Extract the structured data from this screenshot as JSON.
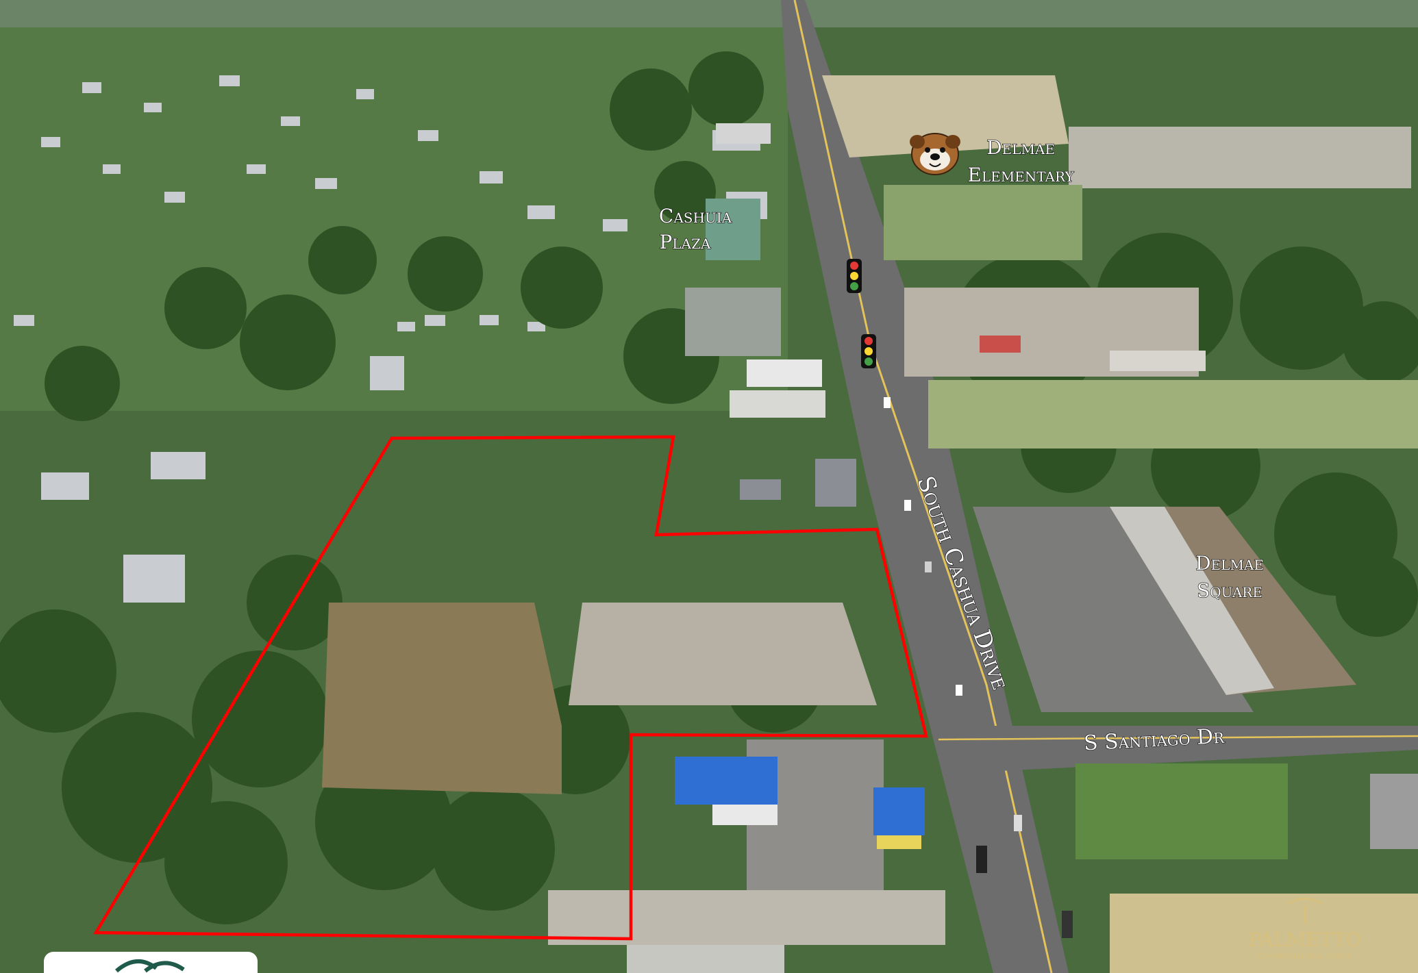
{
  "labels": {
    "road_main": "South Cashua Drive",
    "road_cross": "S Santiago Dr",
    "school_line1": "Delmae",
    "school_line2": "Elementary",
    "plaza_line1": "Cashuia",
    "plaza_line2": "Plaza",
    "square_line1": "Delmae",
    "square_line2": "Square"
  },
  "watermark": {
    "brand": "PALMETTO",
    "tagline": "COMMERCIAL REAL ESTATE"
  },
  "icons": {
    "traffic_light": "traffic-light-icon",
    "school_mascot": "bulldog-mascot-icon",
    "company_logo": "palm-logo-icon"
  },
  "colors": {
    "boundary": "#ff0000",
    "label_text": "#ffffff",
    "label_outline": "#000000"
  }
}
